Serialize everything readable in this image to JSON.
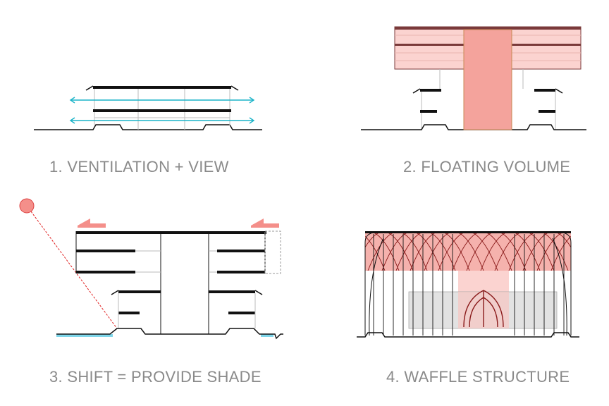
{
  "captions": {
    "panel1": "1. VENTILATION + VIEW",
    "panel2": "2. FLOATING VOLUME",
    "panel3": "3. SHIFT = PROVIDE SHADE",
    "panel4": "4. WAFFLE STRUCTURE"
  },
  "colors": {
    "outline": "#111111",
    "arrow_cyan": "#1ab3c8",
    "highlight_pink": "#f5b2ad",
    "highlight_pink_light": "#fbd3d0",
    "core_pink": "#f4a39c",
    "sun": "#f48f8a",
    "sun_ray": "#e02020",
    "water": "#7fd6ea",
    "brown_band": "#7a3a3a",
    "grey_fill": "#e2e2e2"
  },
  "icons": {
    "sun": "sun-circle-icon",
    "shift_arrow": "shift-arrow-icon",
    "ventilation_arrow": "double-arrow-icon"
  }
}
